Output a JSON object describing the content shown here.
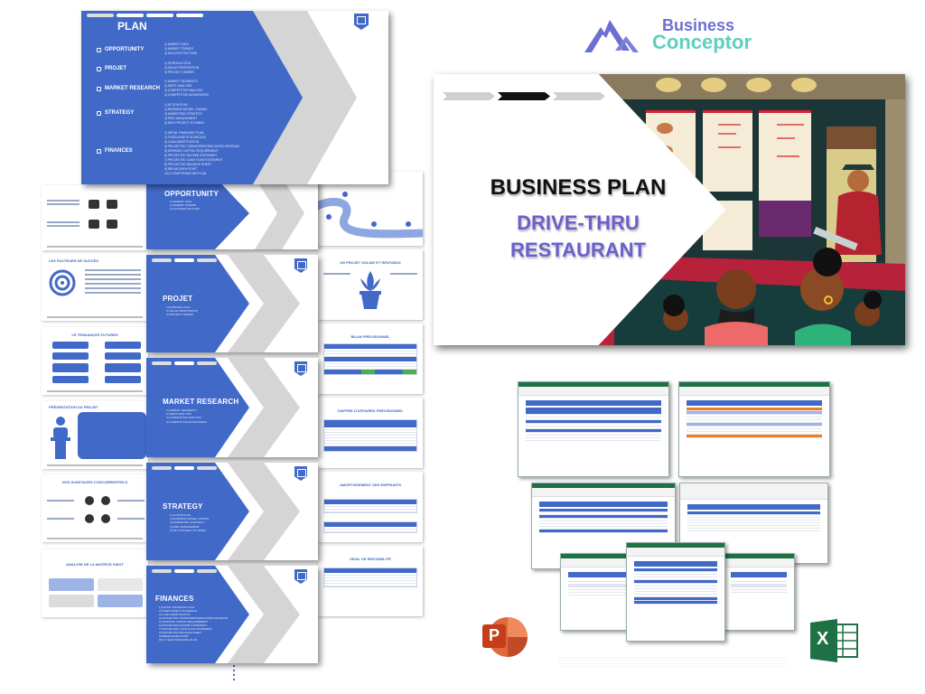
{
  "brand": {
    "name_line1": "Business",
    "name_line2": "Conceptor",
    "colors": {
      "primary_blue": "#4169c8",
      "logo_purple": "#6c6fd1",
      "logo_teal": "#5cd0bf",
      "title_purple": "#6b5fcc",
      "excel_green": "#1e7145",
      "ppt_orange": "#d04423"
    }
  },
  "cover": {
    "title": "BUSINESS PLAN",
    "subtitle_line1": "DRIVE-THRU",
    "subtitle_line2": "RESTAURANT",
    "illustration": "drive-thru window with server and family in car"
  },
  "plan_slide": {
    "title": "PLAN",
    "sections": [
      {
        "label": "OPPORTUNITY",
        "items": [
          "1) MARKET DATA",
          "2) MARKET TRENDS",
          "3) SUCCESS FACTORS"
        ]
      },
      {
        "label": "PROJET",
        "items": [
          "1) INTRODUCTION",
          "2) VALUE PROPOSITION",
          "3) PROJECT OWNER"
        ]
      },
      {
        "label": "MARKET RESEARCH",
        "items": [
          "1) MARKET SEGMENTS",
          "2) SWOT ANALYSIS",
          "3) COMPETITOR ANALYSIS",
          "4) COMPETITIVE ADVANTAGES"
        ]
      },
      {
        "label": "STRATEGY",
        "items": [
          "1) ACTION PLAN",
          "2) BUSINESS MODEL CANVAS",
          "3) MARKETING STRATEGY",
          "4) RISK MANAGEMENT",
          "5) WHY PROJECT IS VIABLE"
        ]
      },
      {
        "label": "FINANCES",
        "items": [
          "1) INITIAL FINANCING PLAN",
          "2) FIXED ASSETS SCHEDULE",
          "3) LOAN AMORTIZATION",
          "4) PROJECTED TURNOVER/FORECASTED REVENUE",
          "5) WORKING CAPITAL REQUIREMENT",
          "6) PROJECTED INCOME STATEMENT",
          "7) PROJECTED CASH FLOW STATEMENT",
          "8) PROJECTED BALANCE SHEET",
          "9) BREAK-EVEN POINT",
          "10) 3-YEAR FINANCING PLAN"
        ]
      }
    ]
  },
  "section_slides": [
    {
      "title": "OPPORTUNITY",
      "items": [
        "1) MARKET DATA",
        "2) MARKET TRENDS",
        "3) SUCCESS FACTORS"
      ]
    },
    {
      "title": "PROJET",
      "items": [
        "1) INTRODUCTION",
        "2) VALUE PROPOSITION",
        "3) PROJECT OWNER"
      ]
    },
    {
      "title": "MARKET RESEARCH",
      "items": [
        "1) MARKET SEGMENTS",
        "2) SWOT ANALYSIS",
        "3) COMPETITOR ANALYSIS",
        "4) COMPETITIVE ADVANTAGES"
      ]
    },
    {
      "title": "STRATEGY",
      "items": [
        "1) ACTION PLAN",
        "2) BUSINESS MODEL CANVAS",
        "3) MARKETING STRATEGY",
        "4) RISK MANAGEMENT",
        "5) WHY PROJECT IS VIABLE"
      ]
    },
    {
      "title": "FINANCES",
      "items": [
        "1) INITIAL FINANCING PLAN",
        "2) FIXED ASSETS SCHEDULE",
        "3) LOAN AMORTIZATION",
        "4) PROJECTED TURNOVER/FORECASTED REVENUE",
        "5) WORKING CAPITAL REQUIREMENT",
        "6) PROJECTED INCOME STATEMENT",
        "7) PROJECTED CASH FLOW STATEMENT",
        "8) PROJECTED BALANCE SHEET",
        "9) BREAK-EVEN POINT",
        "10) 3-YEAR FINANCING PLAN"
      ]
    }
  ],
  "left_pages": [
    {
      "title": ""
    },
    {
      "title": "LES FACTEURS DE SUCCÈS"
    },
    {
      "title": "LE TENDANCES FUTURES"
    },
    {
      "title": "PRÉSENTATION DU PROJET"
    },
    {
      "title": "NOS AVANTAGES CONCURRENTIELS"
    },
    {
      "title": "ANALYSE DE LA MATRICE SWOT"
    }
  ],
  "right_pages": [
    {
      "title": ""
    },
    {
      "title": "UN PROJET SOLIDE ET RENTABLE"
    },
    {
      "title": "BILAN PRÉVISIONNEL"
    },
    {
      "title": "CHIFFRE D'AFFAIRES PRÉVISIONNEL"
    },
    {
      "title": "AMORTISSEMENT DES EMPRUNTS"
    },
    {
      "title": "SEUIL DE RENTABILITÉ"
    }
  ],
  "apps": {
    "powerpoint": {
      "label": "P",
      "icon": "powerpoint-icon"
    },
    "excel": {
      "label": "X",
      "icon": "excel-icon"
    }
  }
}
